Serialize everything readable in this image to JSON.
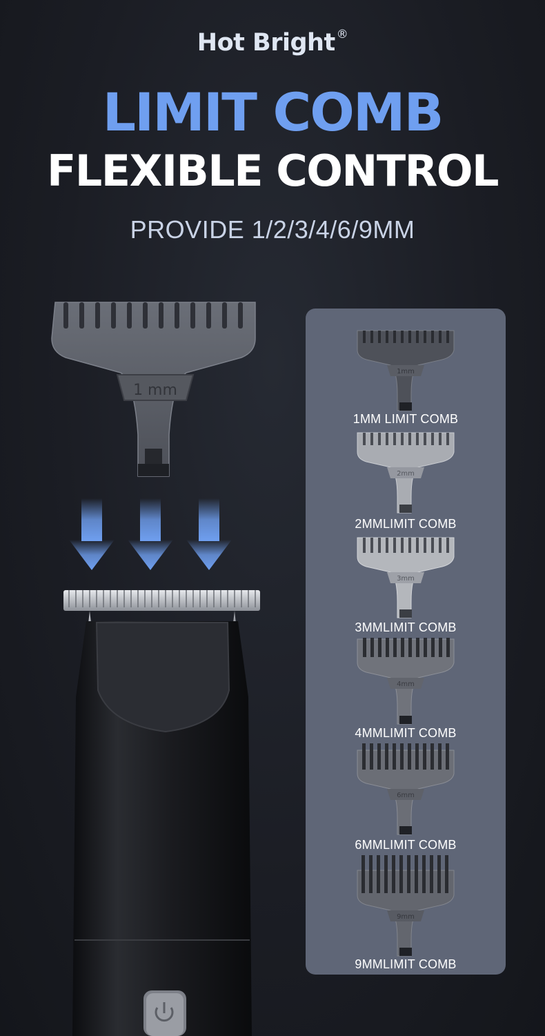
{
  "brand": {
    "name": "Hot Bright",
    "mark": "®"
  },
  "headline": {
    "line1": "LIMIT COMB",
    "line2": "FLEXIBLE CONTROL",
    "subtitle": "PROVIDE 1/2/3/4/6/9MM"
  },
  "main_comb": {
    "size_label": "1 mm"
  },
  "combs": [
    {
      "size_label": "1mm",
      "caption": "1MM LIMIT COMB"
    },
    {
      "size_label": "2mm",
      "caption": "2MMLIMIT COMB"
    },
    {
      "size_label": "3mm",
      "caption": "3MMLIMIT COMB"
    },
    {
      "size_label": "4mm",
      "caption": "4MMLIMIT COMB"
    },
    {
      "size_label": "6mm",
      "caption": "6MMLIMIT COMB"
    },
    {
      "size_label": "9mm",
      "caption": "9MMLIMIT COMB"
    }
  ],
  "colors": {
    "accent": "#6f9ff0",
    "background": "#1b1d24",
    "panel": "#5f6677"
  },
  "icons": [
    "down-arrow-icon",
    "power-icon"
  ]
}
